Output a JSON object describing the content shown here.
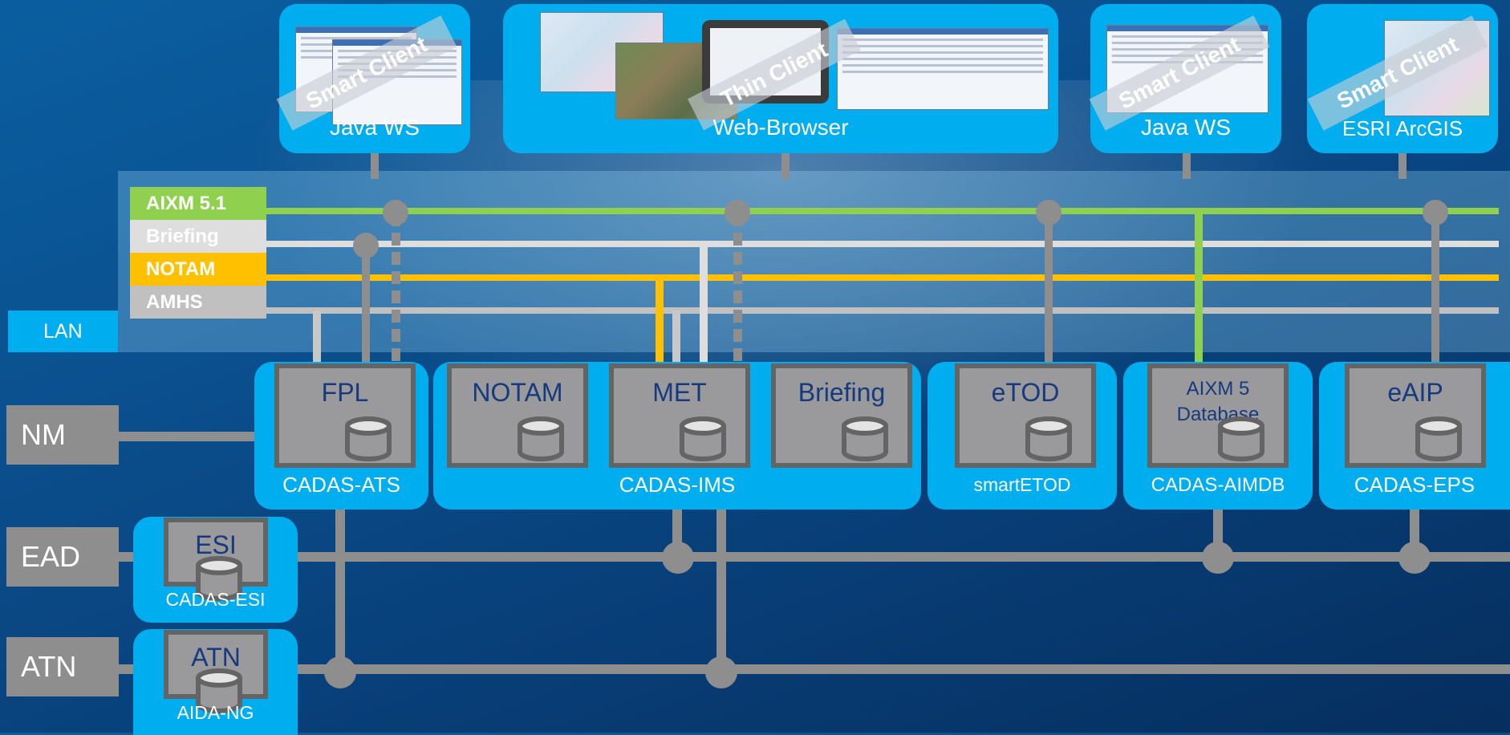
{
  "clients": {
    "java_ws_1": {
      "label": "Java WS",
      "badge": "Smart Client"
    },
    "web_browser": {
      "label": "Web-Browser",
      "badge": "Thin Client"
    },
    "java_ws_2": {
      "label": "Java WS",
      "badge": "Smart Client"
    },
    "esri": {
      "label": "ESRI ArcGIS",
      "badge": "Smart Client"
    }
  },
  "lan": {
    "label": "LAN"
  },
  "buses": [
    "AIXM 5.1",
    "Briefing",
    "NOTAM",
    "AMHS"
  ],
  "bus_colors": {
    "aixm": "#8fd14f",
    "briefing": "#dedede",
    "notam": "#ffc000",
    "amhs": "#c0c0c0"
  },
  "systems": {
    "fpl": "FPL",
    "notam": "NOTAM",
    "met": "MET",
    "briefing": "Briefing",
    "etod": "eTOD",
    "aixm_db": "AIXM 5 Database",
    "eaip": "eAIP"
  },
  "groups": {
    "ats": "CADAS-ATS",
    "ims": "CADAS-IMS",
    "etod": "smartETOD",
    "aimdb": "CADAS-AIMDB",
    "eps": "CADAS-EPS",
    "esi": "CADAS-ESI",
    "aida": "AIDA-NG"
  },
  "external": {
    "nm": "NM",
    "ead": "EAD",
    "atn": "ATN"
  },
  "gateways": {
    "esi": "ESI",
    "atn": "ATN"
  }
}
